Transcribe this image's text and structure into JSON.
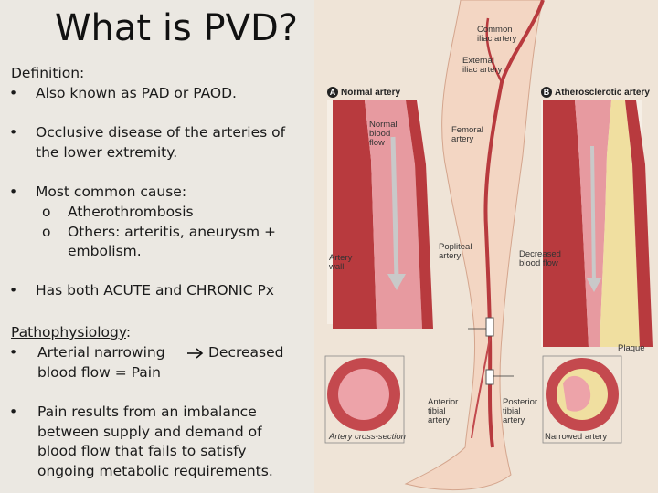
{
  "title": "What is PVD?",
  "definition": {
    "heading": "Definition:",
    "bullets": [
      {
        "lines": [
          "Also known as PAD or PAOD."
        ]
      },
      {
        "lines": [
          "Occlusive disease of the arteries of",
          "the lower extremity."
        ]
      },
      {
        "lines": [
          "Most common cause:"
        ]
      },
      {
        "lines": [
          "Has both ACUTE and CHRONIC Px"
        ]
      }
    ],
    "sub_bullets": [
      {
        "marker": "o",
        "lines": [
          "Atherothrombosis"
        ]
      },
      {
        "marker": "o",
        "lines": [
          "Others: arteritis, aneurysm +",
          "embolism."
        ]
      }
    ],
    "bullet_char": "•"
  },
  "pathophysiology": {
    "heading": "Pathophysiology",
    "heading_suffix": ":",
    "bullets": [
      {
        "lines": [
          "Arterial narrowing",
          "Decreased",
          "blood flow = Pain"
        ]
      },
      {
        "lines": [
          "Pain results from an imbalance",
          "between supply and demand of",
          "blood flow that fails to satisfy",
          "ongoing metabolic requirements."
        ]
      }
    ],
    "arrow_icon": "arrow-right-icon"
  },
  "figure": {
    "panel_a": {
      "badge": "A",
      "title": "Normal artery"
    },
    "panel_b": {
      "badge": "B",
      "title": "Atherosclerotic artery"
    },
    "labels": {
      "common_iliac": [
        "Common",
        "iliac artery"
      ],
      "external_iliac": [
        "External",
        "iliac artery"
      ],
      "normal_flow": [
        "Normal",
        "blood",
        "flow"
      ],
      "femoral": [
        "Femoral",
        "artery"
      ],
      "artery_wall": [
        "Artery",
        "wall"
      ],
      "popliteal": [
        "Popliteal",
        "artery"
      ],
      "decreased_flow": [
        "Decreased",
        "blood flow"
      ],
      "plaque": "Plaque",
      "anterior_tibial": [
        "Anterior",
        "tibial",
        "artery"
      ],
      "posterior_tibial": [
        "Posterior",
        "tibial",
        "artery"
      ],
      "cross_section": "Artery cross-section",
      "narrowed": "Narrowed artery"
    },
    "colors": {
      "artery": "#b83a3e",
      "artery_light": "#e79aa0",
      "plaque": "#f0dfa0",
      "leg": "#f3d6c3"
    }
  }
}
